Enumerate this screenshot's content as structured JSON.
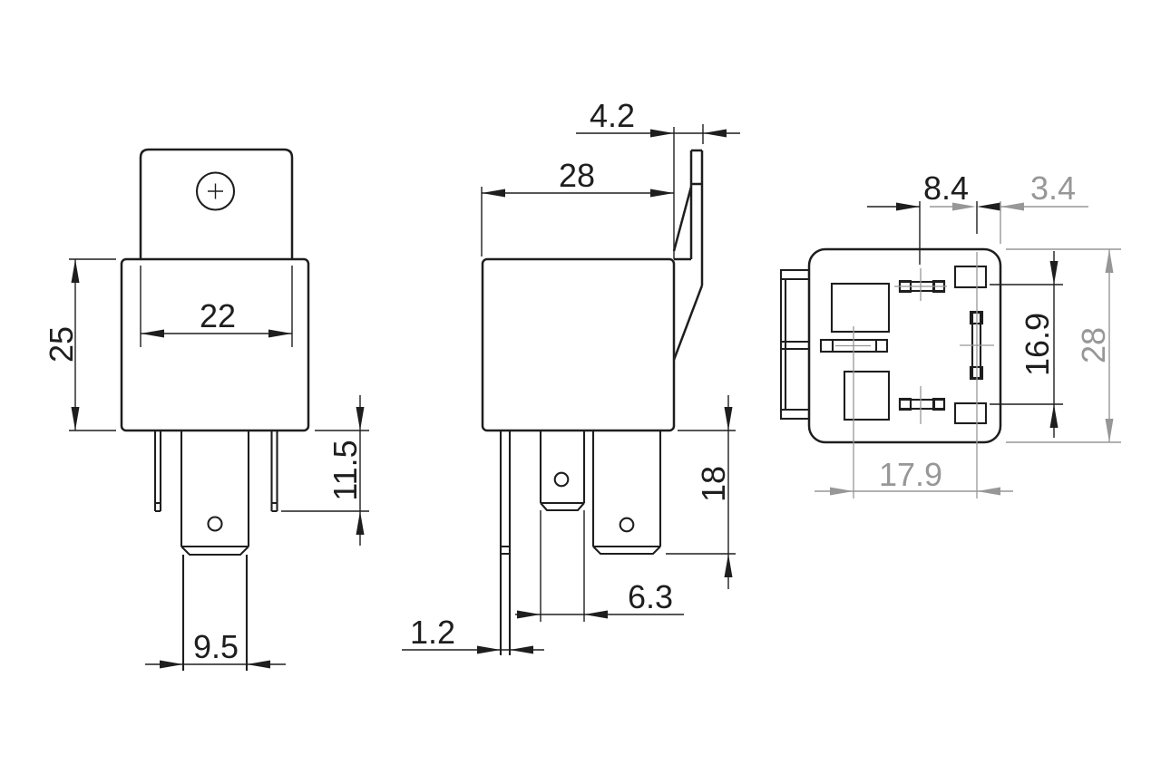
{
  "colors": {
    "line": "#1e1e1e",
    "dim_gray": "#979797",
    "background": "#ffffff"
  },
  "views": {
    "front": {
      "dims": {
        "tab_width": "22",
        "body_height": "25",
        "pin_exposed_length": "11.5",
        "terminal_width": "9.5"
      }
    },
    "side": {
      "dims": {
        "body_width": "28",
        "bracket_offset": "4.2",
        "terminal_length": "18",
        "terminal_width": "6.3",
        "bracket_thickness": "1.2"
      }
    },
    "bottom": {
      "dims": {
        "pin_offset": "8.4",
        "edge_offset": "3.4",
        "pin_row_span": "16.9",
        "body_size": "28",
        "pin_column_span": "17.9"
      }
    }
  }
}
